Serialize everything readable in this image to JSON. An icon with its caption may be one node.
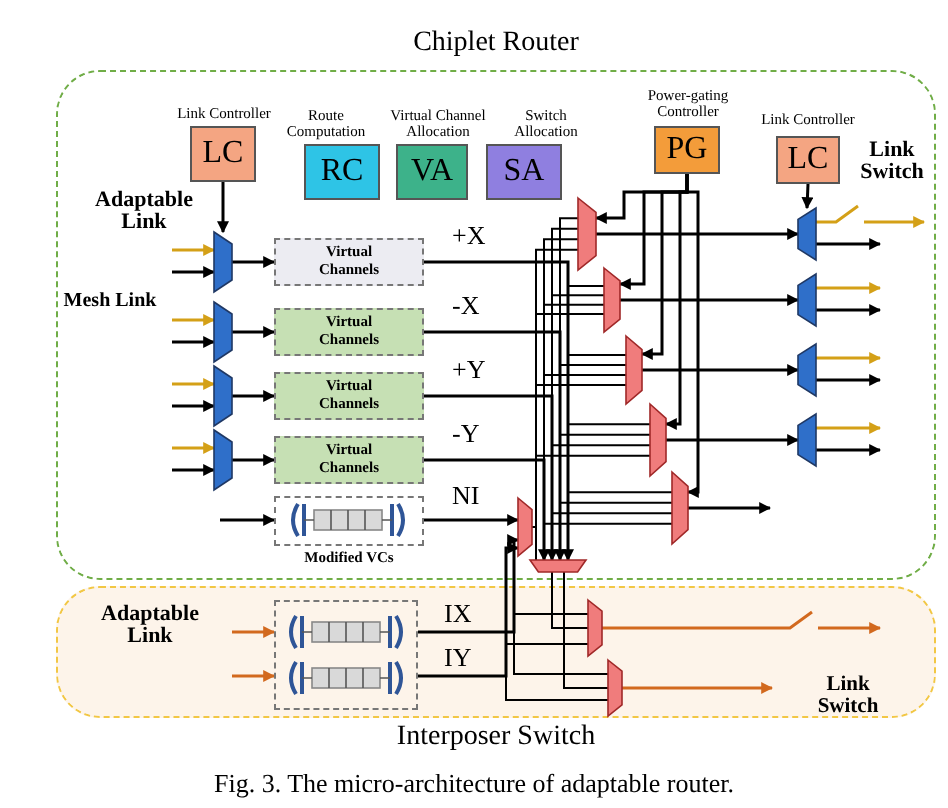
{
  "diagram": {
    "caption": "Fig. 3. The micro-architecture of adaptable router.",
    "nodes": [
      {
        "text": [
          "Chiplet Router"
        ]
      },
      {
        "text": [
          "LC"
        ],
        "beside": [
          "Link Controller"
        ],
        "in": 0
      },
      {
        "text": [
          "RC"
        ],
        "beside": [
          "Route Computation"
        ],
        "in": 0
      },
      {
        "text": [
          "VA"
        ],
        "beside": [
          "Virtual Channel Allocation"
        ],
        "in": 0
      },
      {
        "text": [
          "SA"
        ],
        "beside": [
          "Switch Allocation"
        ],
        "in": 0
      },
      {
        "text": [
          "PG"
        ],
        "beside": [
          "Power-gating Controller"
        ],
        "in": 0
      },
      {
        "text": [
          "LC"
        ],
        "beside": [
          "Link Controller"
        ],
        "in": 0
      },
      {
        "text": [],
        "shape": "trapezoid",
        "in": 0
      },
      {
        "text": [],
        "shape": "trapezoid",
        "in": 0
      },
      {
        "text": [],
        "shape": "trapezoid",
        "in": 0
      },
      {
        "text": [],
        "shape": "trapezoid",
        "in": 0
      },
      {
        "text": [
          "Virtual Channels"
        ],
        "in": 0
      },
      {
        "text": [
          "Virtual Channels"
        ],
        "in": 0
      },
      {
        "text": [
          "Virtual Channels"
        ],
        "in": 0
      },
      {
        "text": [
          "Virtual Channels"
        ],
        "in": 0
      },
      {
        "text": [
          "Modified VCs"
        ],
        "in": 0
      },
      {
        "text": [],
        "shape": "trapezoid",
        "in": 0
      },
      {
        "text": [],
        "shape": "trapezoid",
        "in": 0
      },
      {
        "text": [],
        "shape": "trapezoid",
        "in": 0
      },
      {
        "text": [],
        "shape": "trapezoid",
        "in": 0
      },
      {
        "text": [],
        "shape": "trapezoid",
        "in": 0
      },
      {
        "text": [],
        "shape": "trapezoid",
        "in": 0
      },
      {
        "text": [],
        "shape": "trapezoid",
        "in": 0
      },
      {
        "text": [],
        "shape": "trapezoid",
        "in": 0
      },
      {
        "text": [],
        "shape": "trapezoid",
        "in": 0
      },
      {
        "text": [],
        "shape": "trapezoid",
        "in": 0
      },
      {
        "text": [],
        "shape": "trapezoid",
        "in": 0
      },
      {
        "text": [
          "Interposer Switch"
        ]
      },
      {
        "text": [],
        "shape": "box",
        "in": 27
      },
      {
        "text": [],
        "shape": "trapezoid",
        "in": 27
      },
      {
        "text": [],
        "shape": "trapezoid",
        "in": 27
      }
    ],
    "edges": [
      {
        "from": null,
        "to": 7,
        "arrow": "to",
        "color": "#d4a017"
      },
      {
        "from": null,
        "to": 7,
        "arrow": "to"
      },
      {
        "from": null,
        "to": 8,
        "arrow": "to",
        "color": "#d4a017"
      },
      {
        "from": null,
        "to": 8,
        "arrow": "to"
      },
      {
        "from": null,
        "to": 9,
        "arrow": "to",
        "color": "#d4a017"
      },
      {
        "from": null,
        "to": 9,
        "arrow": "to"
      },
      {
        "from": null,
        "to": 10,
        "arrow": "to",
        "color": "#d4a017"
      },
      {
        "from": null,
        "to": 10,
        "arrow": "to"
      },
      {
        "from": 7,
        "to": 11,
        "arrow": "to"
      },
      {
        "from": 8,
        "to": 12,
        "arrow": "to"
      },
      {
        "from": 9,
        "to": 13,
        "arrow": "to"
      },
      {
        "from": 10,
        "to": 14,
        "arrow": "to"
      },
      {
        "from": null,
        "to": 15,
        "arrow": "to"
      },
      {
        "from": 1,
        "to": 7,
        "arrow": "to"
      },
      {
        "from": 6,
        "to": 23,
        "arrow": "to"
      },
      {
        "from": 11,
        "to": 22,
        "arrow": "to",
        "label": "+X"
      },
      {
        "from": 12,
        "to": 22,
        "arrow": "to",
        "label": "-X"
      },
      {
        "from": 13,
        "to": 22,
        "arrow": "to",
        "label": "+Y"
      },
      {
        "from": 14,
        "to": 22,
        "arrow": "to",
        "label": "-Y"
      },
      {
        "from": 15,
        "to": 21,
        "arrow": "to",
        "label": "NI"
      },
      {
        "from": 5,
        "to": 16,
        "arrow": "to"
      },
      {
        "from": 5,
        "to": 17,
        "arrow": "to"
      },
      {
        "from": 5,
        "to": 18,
        "arrow": "to"
      },
      {
        "from": 5,
        "to": 19,
        "arrow": "to"
      },
      {
        "from": 5,
        "to": 20,
        "arrow": "to"
      },
      {
        "from": 16,
        "to": 23,
        "arrow": "to"
      },
      {
        "from": 17,
        "to": 24,
        "arrow": "to"
      },
      {
        "from": 18,
        "to": 25,
        "arrow": "to"
      },
      {
        "from": 19,
        "to": 26,
        "arrow": "to"
      },
      {
        "from": 20,
        "to": null,
        "arrow": "to"
      },
      {
        "from": 23,
        "to": null,
        "arrow": "to",
        "color": "#d4a017"
      },
      {
        "from": 23,
        "to": null,
        "arrow": "to"
      },
      {
        "from": 24,
        "to": null,
        "arrow": "to",
        "color": "#d4a017"
      },
      {
        "from": 24,
        "to": null,
        "arrow": "to"
      },
      {
        "from": 25,
        "to": null,
        "arrow": "to",
        "color": "#d4a017"
      },
      {
        "from": 25,
        "to": null,
        "arrow": "to"
      },
      {
        "from": 26,
        "to": null,
        "arrow": "to",
        "color": "#d4a017"
      },
      {
        "from": 26,
        "to": null,
        "arrow": "to"
      },
      {
        "from": null,
        "to": 28,
        "arrow": "to",
        "color": "#d2691e"
      },
      {
        "from": null,
        "to": 28,
        "arrow": "to",
        "color": "#d2691e"
      },
      {
        "from": 28,
        "to": 21,
        "arrow": "to",
        "label": "IX"
      },
      {
        "from": 28,
        "to": 21,
        "arrow": "to",
        "label": "IY"
      },
      {
        "from": 22,
        "to": 29,
        "arrow": "none"
      },
      {
        "from": 22,
        "to": 30,
        "arrow": "none"
      },
      {
        "from": 29,
        "to": null,
        "arrow": "to",
        "color": "#d2691e"
      },
      {
        "from": 30,
        "to": null,
        "arrow": "to",
        "color": "#d2691e"
      },
      {
        "from": 21,
        "to": 22,
        "arrow": "none"
      },
      {
        "from": 12,
        "to": 16,
        "arrow": "none"
      },
      {
        "from": 13,
        "to": 16,
        "arrow": "none"
      },
      {
        "from": 14,
        "to": 16,
        "arrow": "none"
      },
      {
        "from": 21,
        "to": 16,
        "arrow": "none"
      },
      {
        "from": 11,
        "to": 17,
        "arrow": "none"
      },
      {
        "from": 13,
        "to": 17,
        "arrow": "none"
      },
      {
        "from": 14,
        "to": 17,
        "arrow": "none"
      },
      {
        "from": 21,
        "to": 17,
        "arrow": "none"
      },
      {
        "from": 11,
        "to": 18,
        "arrow": "none"
      },
      {
        "from": 12,
        "to": 18,
        "arrow": "none"
      },
      {
        "from": 14,
        "to": 18,
        "arrow": "none"
      },
      {
        "from": 21,
        "to": 18,
        "arrow": "none"
      },
      {
        "from": 11,
        "to": 19,
        "arrow": "none"
      },
      {
        "from": 12,
        "to": 19,
        "arrow": "none"
      },
      {
        "from": 13,
        "to": 19,
        "arrow": "none"
      },
      {
        "from": 21,
        "to": 19,
        "arrow": "none"
      },
      {
        "from": 11,
        "to": 20,
        "arrow": "none"
      },
      {
        "from": 12,
        "to": 20,
        "arrow": "none"
      },
      {
        "from": 13,
        "to": 20,
        "arrow": "none"
      },
      {
        "from": 14,
        "to": 20,
        "arrow": "none"
      },
      {
        "from": 28,
        "to": 29,
        "arrow": "none"
      },
      {
        "from": 28,
        "to": 29,
        "arrow": "none"
      },
      {
        "from": 28,
        "to": 30,
        "arrow": "none"
      },
      {
        "from": 28,
        "to": 30,
        "arrow": "none"
      }
    ],
    "labels": [
      "Adaptable Link",
      "Mesh Link",
      "Link Switch",
      "Adaptable Link",
      "Link Switch"
    ]
  }
}
